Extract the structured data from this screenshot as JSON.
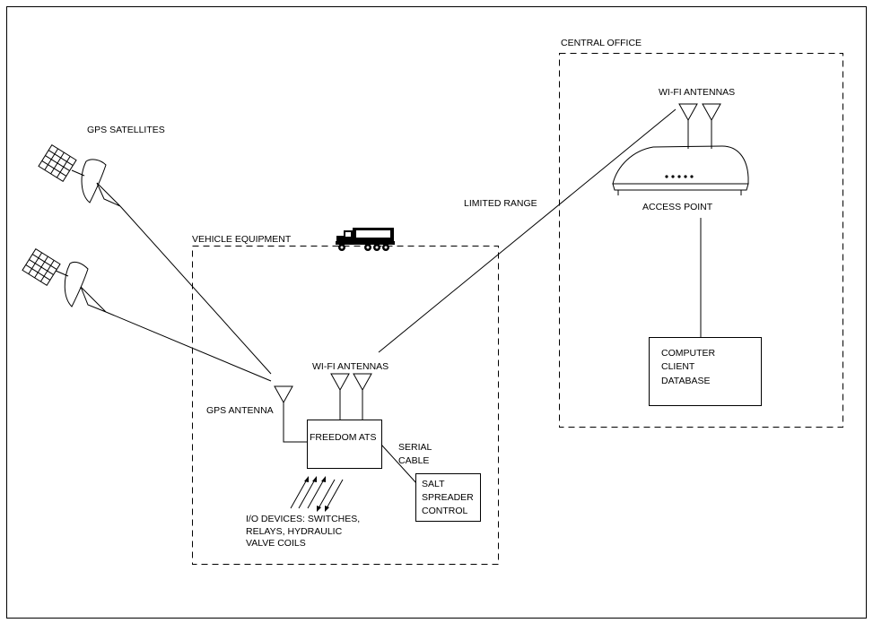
{
  "labels": {
    "central_office": "CENTRAL OFFICE",
    "wifi_antennas_office": "WI-FI ANTENNAS",
    "access_point": "ACCESS POINT",
    "gps_satellites": "GPS SATELLITES",
    "limited_range": "LIMITED RANGE",
    "vehicle_equipment": "VEHICLE EQUIPMENT",
    "wifi_antennas_vehicle": "WI-FI ANTENNAS",
    "gps_antenna": "GPS ANTENNA",
    "freedom_ats": "FREEDOM ATS",
    "serial_cable": [
      "SERIAL",
      "CABLE"
    ],
    "salt_spreader_control": [
      "SALT",
      "SPREADER",
      "CONTROL"
    ],
    "computer_box": [
      "COMPUTER",
      "CLIENT",
      "DATABASE"
    ],
    "io_devices": [
      "I/O DEVICES: SWITCHES,",
      "RELAYS, HYDRAULIC",
      "VALVE COILS"
    ]
  },
  "icons": {
    "satellite": "satellite-icon",
    "truck": "dump-truck-icon",
    "router": "access-point-icon",
    "antenna": "antenna-icon"
  }
}
